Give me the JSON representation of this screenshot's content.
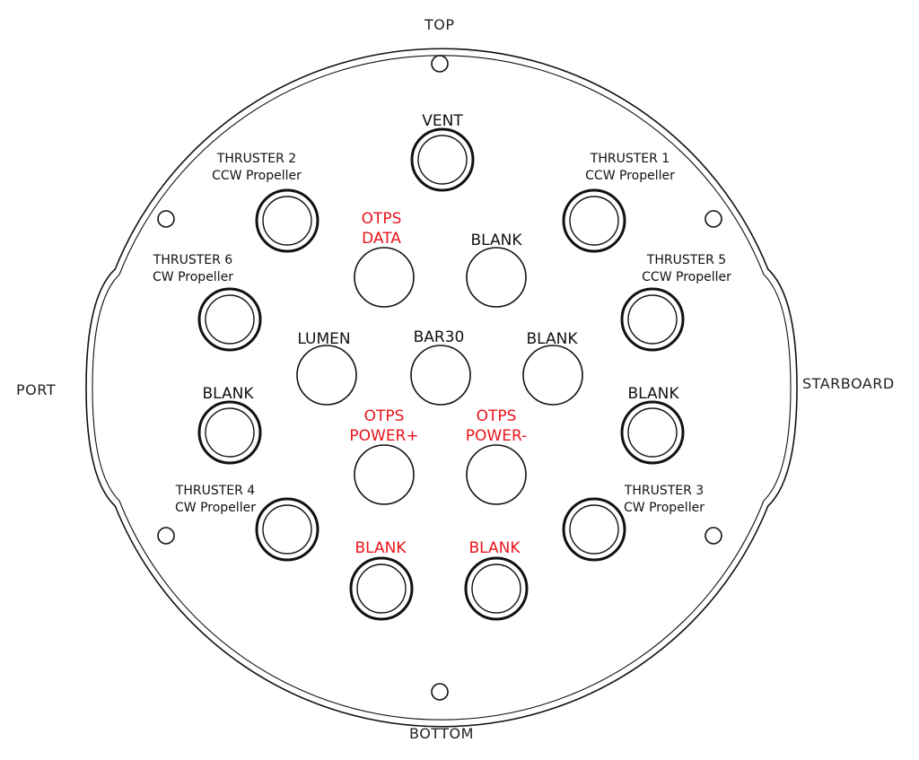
{
  "directions": {
    "top": "TOP",
    "bottom": "BOTTOM",
    "port": "PORT",
    "starboard": "STARBOARD"
  },
  "ports": {
    "vent": {
      "label": "VENT"
    },
    "thruster_2": {
      "label": "THRUSTER 2",
      "sub": "CCW Propeller"
    },
    "thruster_1": {
      "label": "THRUSTER 1",
      "sub": "CCW Propeller"
    },
    "otps_data": {
      "label": "OTPS",
      "sub": "DATA"
    },
    "blank_upper_right": {
      "label": "BLANK"
    },
    "thruster_6": {
      "label": "THRUSTER 6",
      "sub": "CW Propeller"
    },
    "thruster_5": {
      "label": "THRUSTER 5",
      "sub": "CCW Propeller"
    },
    "lumen": {
      "label": "LUMEN"
    },
    "bar30": {
      "label": "BAR30"
    },
    "blank_mid_right": {
      "label": "BLANK"
    },
    "blank_left": {
      "label": "BLANK"
    },
    "blank_right": {
      "label": "BLANK"
    },
    "otps_power_plus": {
      "label": "OTPS",
      "sub": "POWER+"
    },
    "otps_power_minus": {
      "label": "OTPS",
      "sub": "POWER-"
    },
    "thruster_4": {
      "label": "THRUSTER 4",
      "sub": "CW Propeller"
    },
    "thruster_3": {
      "label": "THRUSTER 3",
      "sub": "CW Propeller"
    },
    "blank_bottom_left": {
      "label": "BLANK"
    },
    "blank_bottom_right": {
      "label": "BLANK"
    }
  },
  "colors": {
    "outline": "#111111",
    "highlight": "#e8141b"
  }
}
